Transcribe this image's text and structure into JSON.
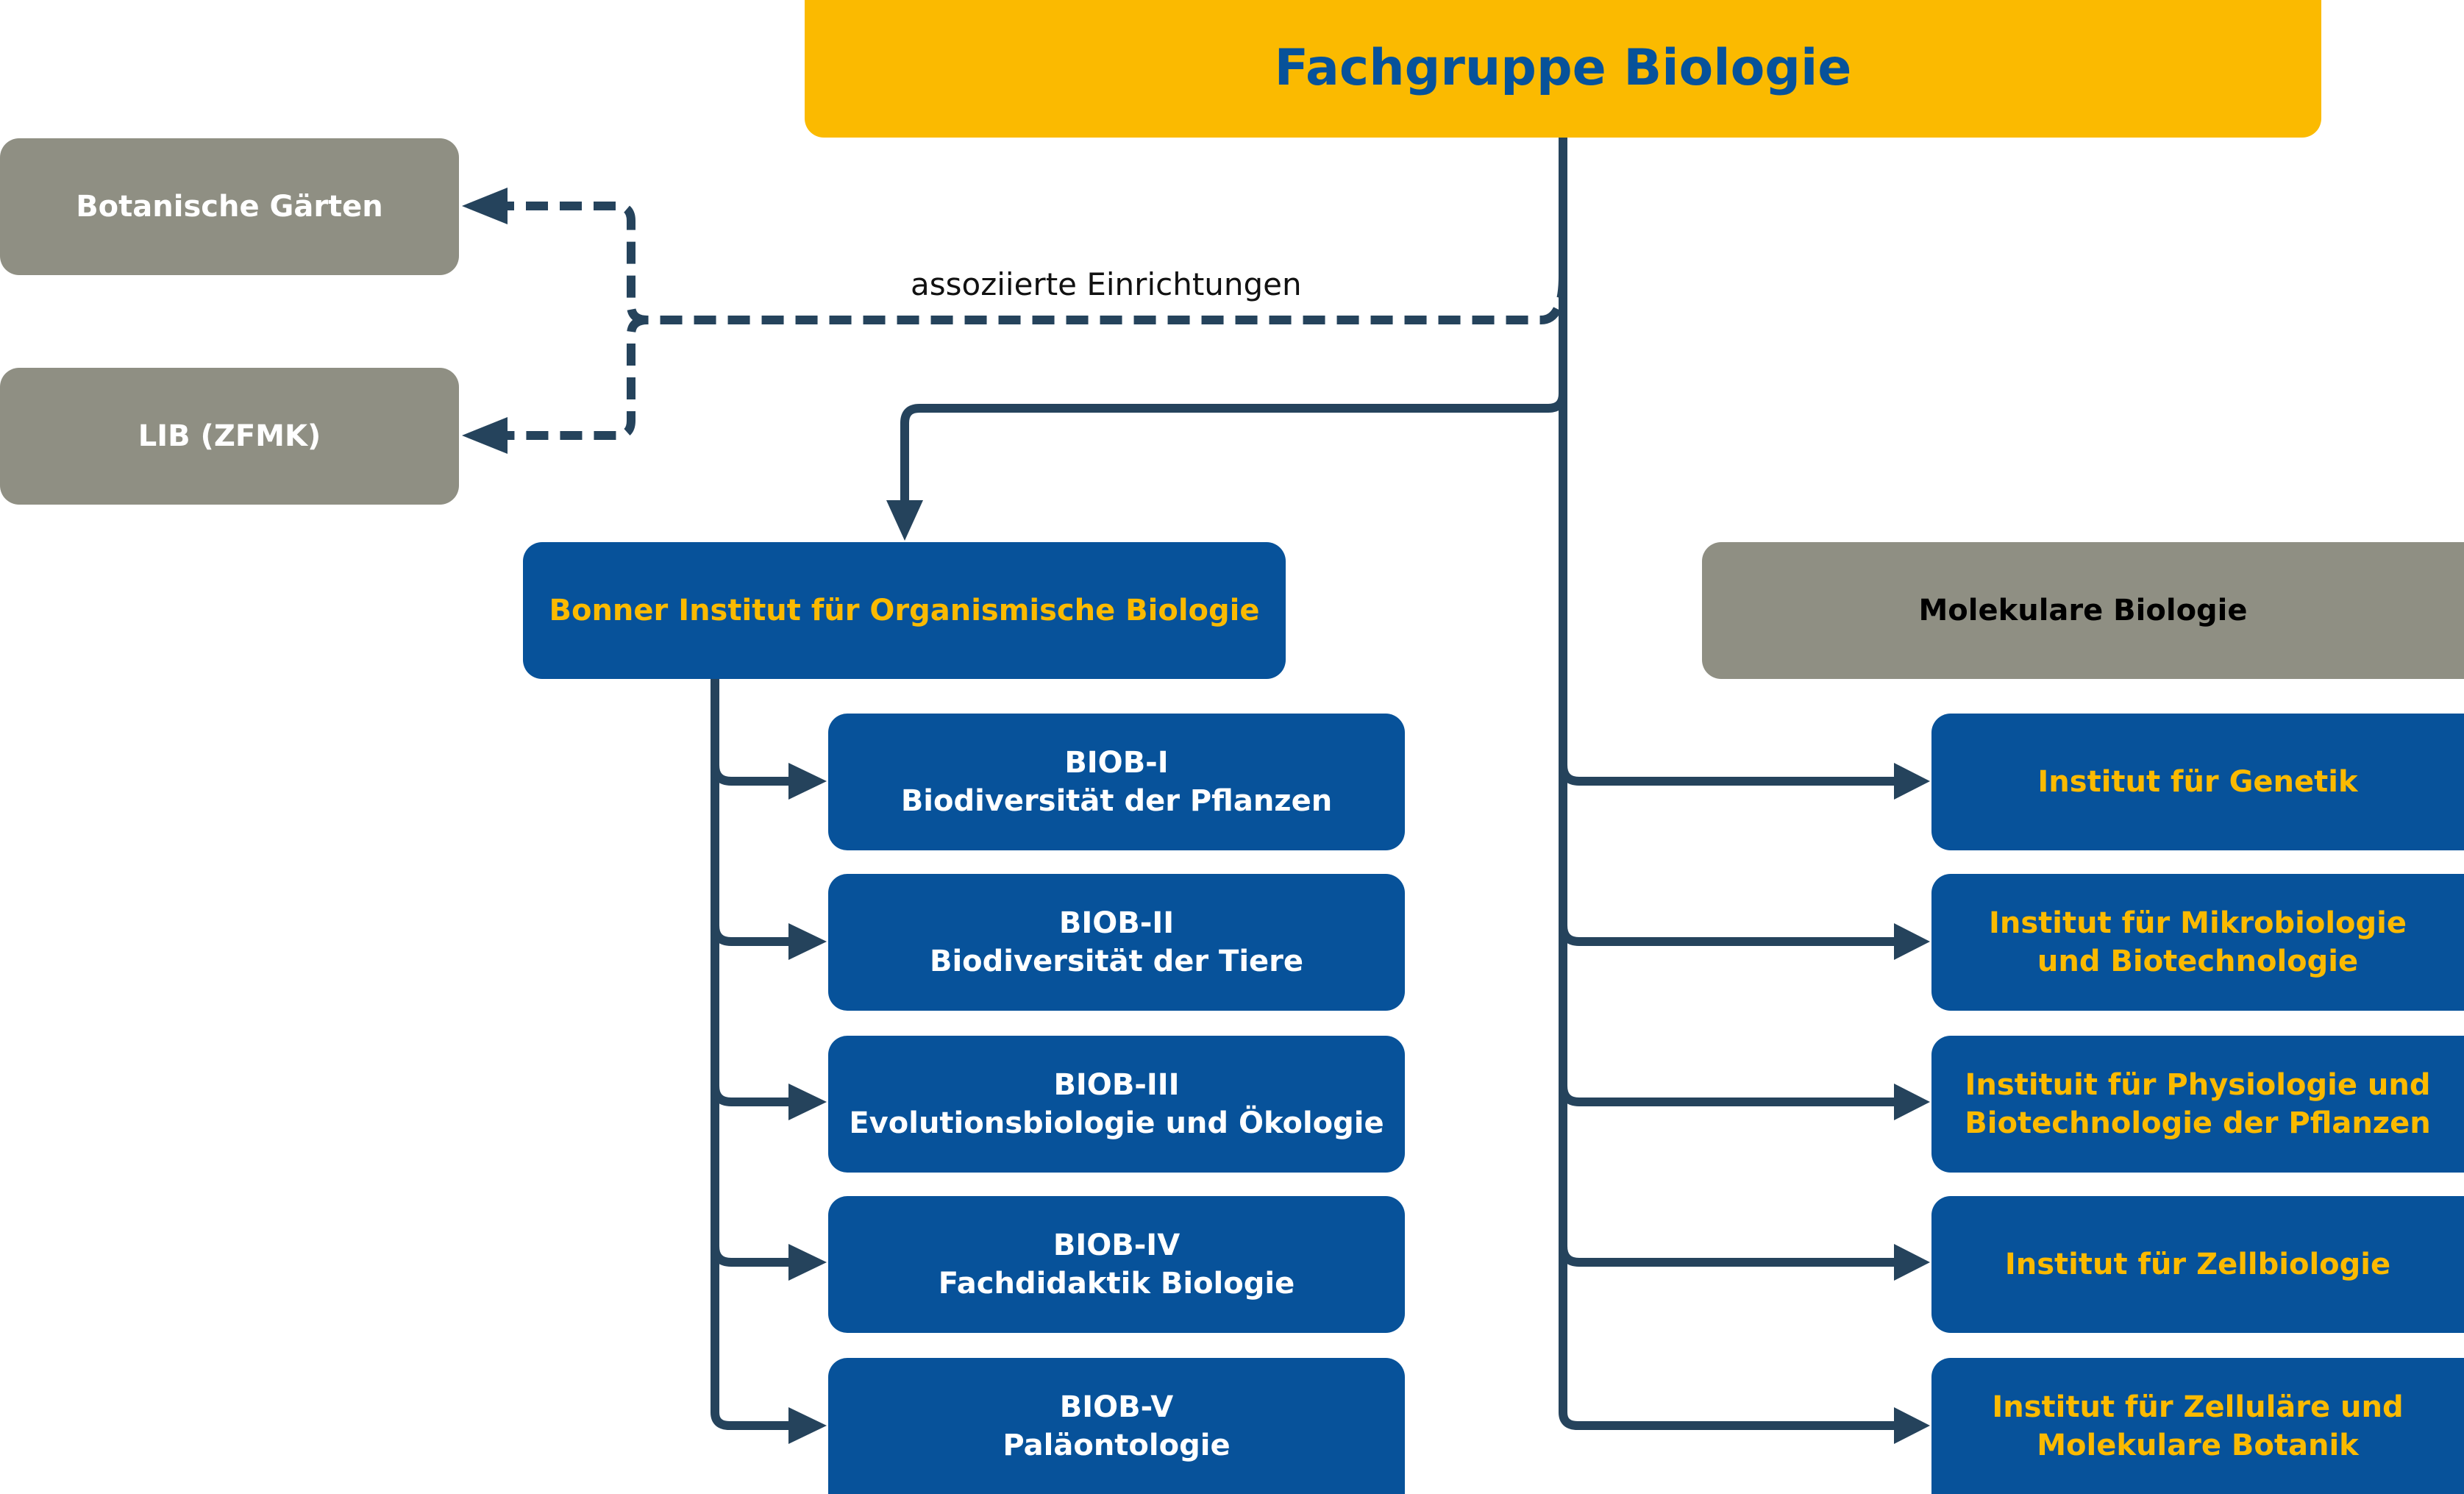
{
  "title": "Fachgruppe Biologie",
  "associated": {
    "label": "assoziierte Einrichtungen",
    "items": [
      "Botanische Gärten",
      "LIB (ZFMK)"
    ]
  },
  "organismic": {
    "title": "Bonner Institut für Organismische Biologie",
    "departments": [
      {
        "code": "BIOB-I",
        "name": "Biodiversität der Pflanzen"
      },
      {
        "code": "BIOB-II",
        "name": "Biodiversität der Tiere"
      },
      {
        "code": "BIOB-III",
        "name": "Evolutionsbiologie und Ökologie"
      },
      {
        "code": "BIOB-IV",
        "name": "Fachdidaktik Biologie"
      },
      {
        "code": "BIOB-V",
        "name": "Paläontologie"
      }
    ]
  },
  "molecular": {
    "title": "Molekulare Biologie",
    "institutes": [
      {
        "line1": "Institut für Genetik",
        "line2": ""
      },
      {
        "line1": "Institut für Mikrobiologie",
        "line2": "und Biotechnologie"
      },
      {
        "line1": "Instituit für Physiologie und",
        "line2": "Biotechnologie der Pflanzen"
      },
      {
        "line1": "Institut für Zellbiologie",
        "line2": ""
      },
      {
        "line1": "Institut für Zelluläre und",
        "line2": "Molekulare Botanik"
      }
    ]
  },
  "colors": {
    "yellow": "#FBBA00",
    "blue": "#07529A",
    "grey": "#8F8F83",
    "line": "#25435C"
  }
}
